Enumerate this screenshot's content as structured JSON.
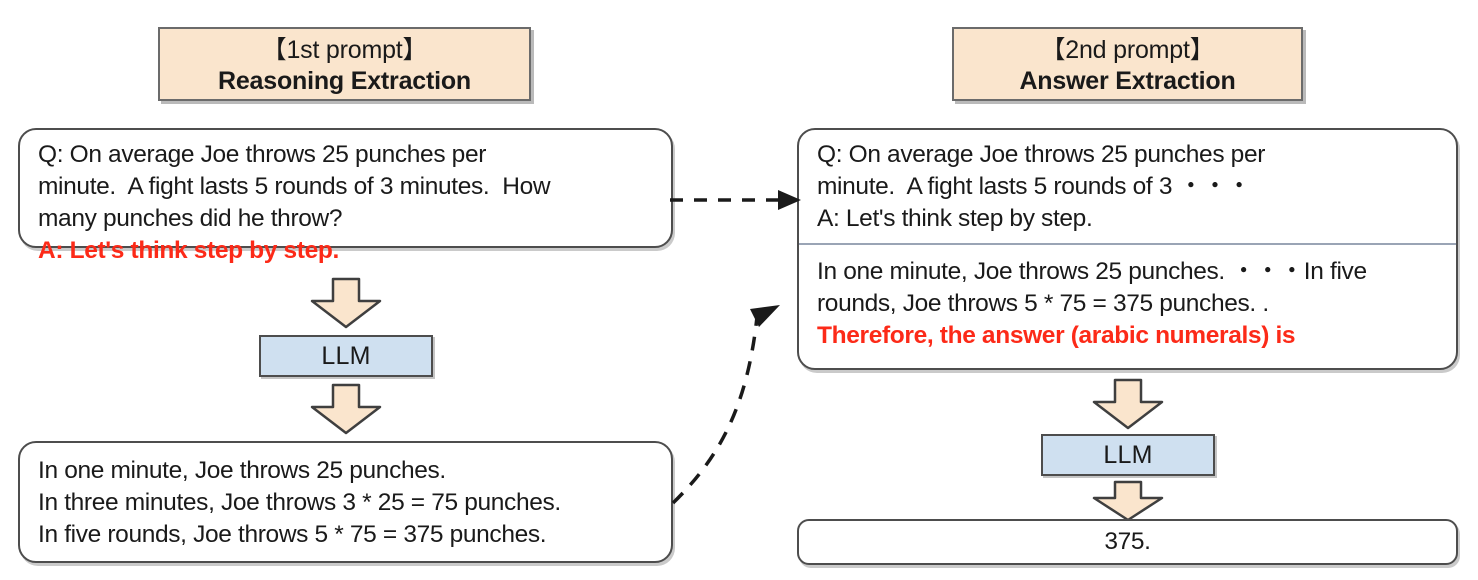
{
  "figure": {
    "title": "Zero-shot Chain-of-Thought two-stage prompting diagram",
    "colors": {
      "header_fill": "#fae5cd",
      "header_border": "#6b6b6b",
      "panel_border": "#4d4d4d",
      "llm_fill": "#cfe0f0",
      "arrow_fill": "#fae5cd",
      "highlight_red": "#fc2a18",
      "divider": "#9aa4b5"
    }
  },
  "stage1": {
    "header": {
      "line1": "【1st prompt】",
      "line2": "Reasoning Extraction"
    },
    "question_panel": {
      "lines": [
        "Q: On average Joe throws 25 punches per",
        "minute.  A fight lasts 5 rounds of 3 minutes.  How",
        "many punches did he throw?"
      ],
      "trigger": "A: Let's think step by step."
    },
    "llm_label": "LLM",
    "output_panel": {
      "lines": [
        "In one minute, Joe throws 25 punches.",
        "In three minutes, Joe throws 3 * 25 = 75 punches.",
        "In five rounds, Joe throws 5 * 75 = 375 punches."
      ]
    }
  },
  "stage2": {
    "header": {
      "line1": "【2nd prompt】",
      "line2": "Answer Extraction"
    },
    "prompt_panel": {
      "top_lines": [
        "Q: On average Joe throws 25 punches per",
        "minute.  A fight lasts 5 rounds of 3 ・・・",
        "A: Let's think step by step."
      ],
      "bottom_lines": [
        "In one minute, Joe throws 25 punches. ・・・In five",
        "rounds, Joe throws 5 * 75 = 375 punches. ."
      ],
      "trigger": "Therefore, the answer (arabic numerals) is"
    },
    "llm_label": "LLM",
    "answer_panel": {
      "text": "375."
    }
  },
  "connectors": {
    "question_to_prompt": "dashed-arrow-right",
    "reasoning_to_prompt": "dashed-curved-arrow-up-right"
  },
  "icons": {
    "down_arrow": "fat-down-arrow"
  }
}
